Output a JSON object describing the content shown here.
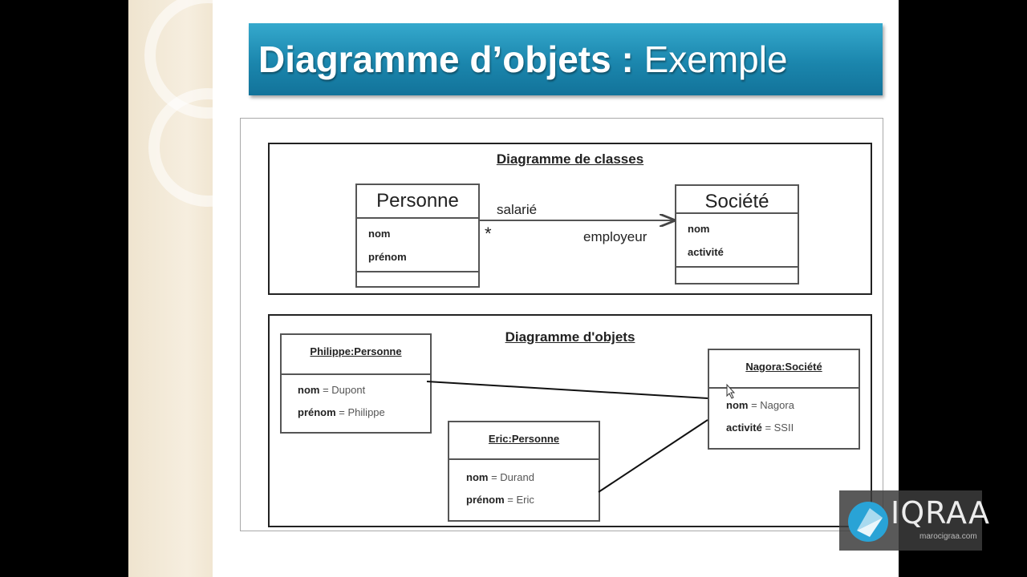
{
  "slide": {
    "title_bold": "Diagramme d’objets",
    "title_colon": " : ",
    "title_light": "Exemple"
  },
  "class_diagram": {
    "title": "Diagramme de classes",
    "classes": [
      {
        "name": "Personne",
        "attributes": [
          "nom",
          "prénom"
        ]
      },
      {
        "name": "Société",
        "attributes": [
          "nom",
          "activité"
        ]
      }
    ],
    "association": {
      "role_source": "salarié",
      "multiplicity": "*",
      "role_target": "employeur"
    }
  },
  "object_diagram": {
    "title": "Diagramme d'objets",
    "objects": [
      {
        "name": "Philippe:Personne",
        "slots": [
          {
            "attr": "nom",
            "value": "= Dupont"
          },
          {
            "attr": "prénom",
            "value": "= Philippe"
          }
        ]
      },
      {
        "name": "Eric:Personne",
        "slots": [
          {
            "attr": "nom",
            "value": "= Durand"
          },
          {
            "attr": "prénom",
            "value": "= Eric"
          }
        ]
      },
      {
        "name": "Nagora:Société",
        "slots": [
          {
            "attr": "nom",
            "value": "= Nagora"
          },
          {
            "attr": "activité",
            "value": "= SSII"
          }
        ]
      }
    ]
  },
  "watermark": {
    "brand": "IQRAA",
    "site": "marocigraa.com",
    "colors": {
      "panel": "#3c3c3c",
      "icon": "#29a3d6"
    }
  },
  "theme": {
    "title_bar": "#1b86ad",
    "page_bg": "#000000"
  }
}
